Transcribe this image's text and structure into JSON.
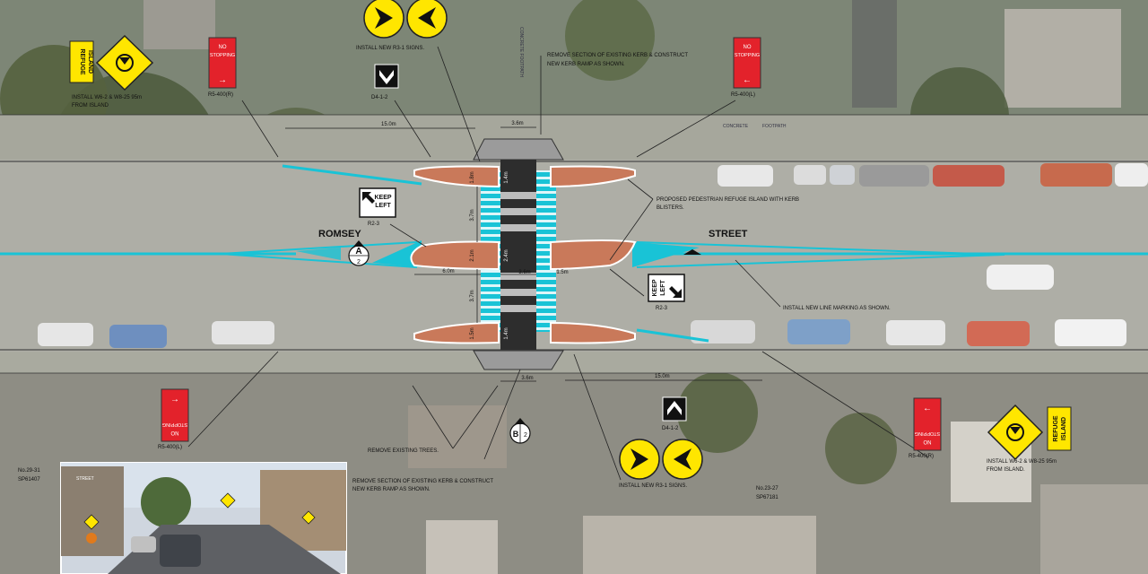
{
  "street": {
    "name_left": "ROMSEY",
    "name_right": "STREET"
  },
  "section_markers": {
    "a": {
      "letter": "A",
      "sheet": "2"
    },
    "b": {
      "letter": "B",
      "sheet": "2"
    }
  },
  "signs": {
    "refuge_left": {
      "line1": "REFUGE",
      "line2": "ISLAND"
    },
    "refuge_right": {
      "line1": "REFUGE",
      "line2": "ISLAND"
    },
    "no_stopping": {
      "line1": "NO",
      "line2": "STOPPING"
    },
    "keep_left": {
      "line1": "KEEP",
      "line2": "LEFT"
    }
  },
  "labels": {
    "install_r31_top": "INSTALL NEW R3-1 SIGNS.",
    "install_r31_bottom": "INSTALL NEW R3-1 SIGNS.",
    "install_w62_left_1": "INSTALL W6-2 & W8-25 95m",
    "install_w62_left_2": "FROM ISLAND",
    "install_w62_right_1": "INSTALL W6-2 & W8-25 95m",
    "install_w62_right_2": "FROM ISLAND.",
    "kerb_top_1": "REMOVE SECTION OF EXISTING KERB & CONSTRUCT",
    "kerb_top_2": "NEW KERB RAMP AS SHOWN.",
    "kerb_bottom_1": "REMOVE SECTION OF EXISTING KERB & CONSTRUCT",
    "kerb_bottom_2": "NEW KERB RAMP AS SHOWN.",
    "refuge_note_1": "PROPOSED PEDESTRIAN REFUGE ISLAND WITH KERB",
    "refuge_note_2": "BLISTERS.",
    "line_marking": "INSTALL NEW LINE MARKING AS SHOWN.",
    "remove_trees": "REMOVE EXISTING TREES.",
    "concrete_footpath_v": "CONCRETE FOOTPATH",
    "concrete": "CONCRETE",
    "footpath": "FOOTPATH",
    "r5_400r_top": "R5-400(R)",
    "r5_400l_top": "R5-400(L)",
    "r5_400l_bottom": "R5-400(L)",
    "r5_400r_bottom": "R5-400(R)",
    "d4_top": "D4-1-2",
    "d4_bottom": "D4-1-2",
    "r2_left": "R2-3",
    "r2_right": "R2-3",
    "lot_left_1": "No.29-31",
    "lot_left_2": "SP61407",
    "lot_right_1": "No.23-27",
    "lot_right_2": "SP67181",
    "street_sign_text": "STREET"
  },
  "dimensions": {
    "d15_top": "15.0m",
    "d15_bottom": "15.0m",
    "d36_top": "3.6m",
    "d36_mid": "3.6m",
    "d36_bottom": "3.6m",
    "d37_top": "3.7m",
    "d37_bottom": "3.7m",
    "d60": "6.0m",
    "d15_mid": "1.5m",
    "d18_top": "1.8m",
    "d21": "2.1m",
    "d15_b": "1.5m",
    "d14_a": "1.4m",
    "d24": "2.4m",
    "d14_b": "1.4m"
  },
  "colors": {
    "marking": "#19c3d6",
    "island": "#c9795a",
    "sign_yellow": "#ffe600",
    "sign_red": "#e3222b"
  }
}
